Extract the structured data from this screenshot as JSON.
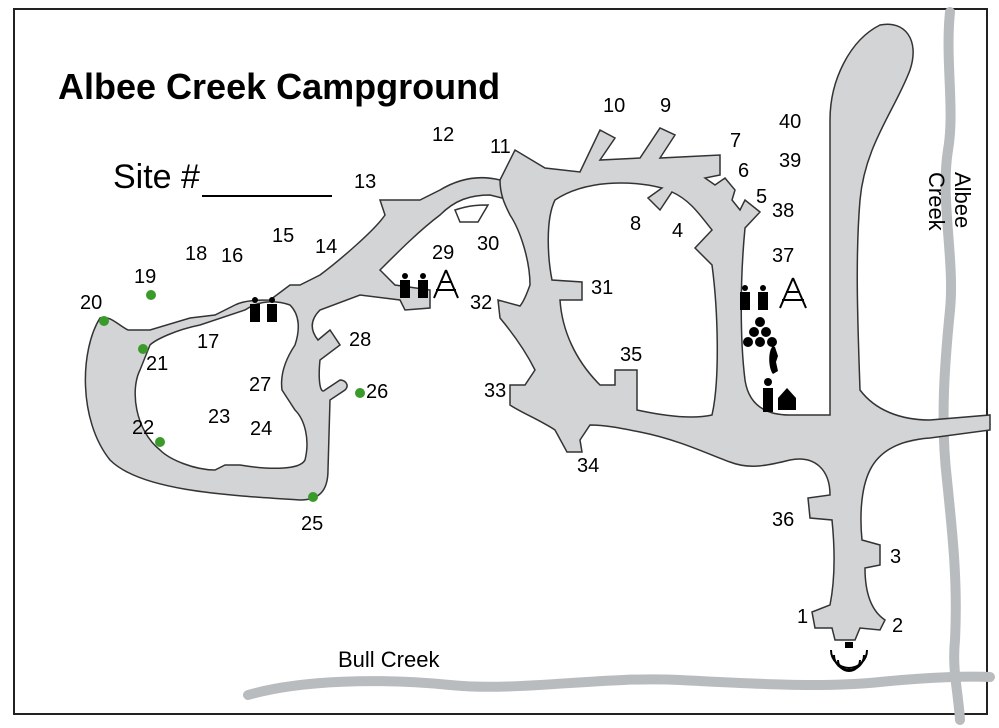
{
  "map": {
    "title": "Albee Creek Campground",
    "site_label": "Site #",
    "creeks": {
      "albee": "Albee Creek",
      "bull": "Bull Creek"
    },
    "site_numbers": [
      "1",
      "2",
      "3",
      "4",
      "5",
      "6",
      "7",
      "8",
      "9",
      "10",
      "11",
      "12",
      "13",
      "14",
      "15",
      "16",
      "17",
      "18",
      "19",
      "20",
      "21",
      "22",
      "23",
      "24",
      "25",
      "26",
      "27",
      "28",
      "29",
      "30",
      "31",
      "32",
      "33",
      "34",
      "35",
      "36",
      "37",
      "38",
      "39",
      "40"
    ],
    "accessible_sites": [
      "19",
      "20",
      "21",
      "22",
      "25",
      "26"
    ],
    "icons": [
      "restroom-icon",
      "picnic-shelter-icon",
      "firewood-icon",
      "phone-icon",
      "campground-host-icon",
      "entrance-sign-icon"
    ],
    "colors": {
      "road": "#d2d4d6",
      "creek": "#b9bcbf",
      "accessible": "#3a9a2a",
      "outline": "#333333"
    }
  }
}
